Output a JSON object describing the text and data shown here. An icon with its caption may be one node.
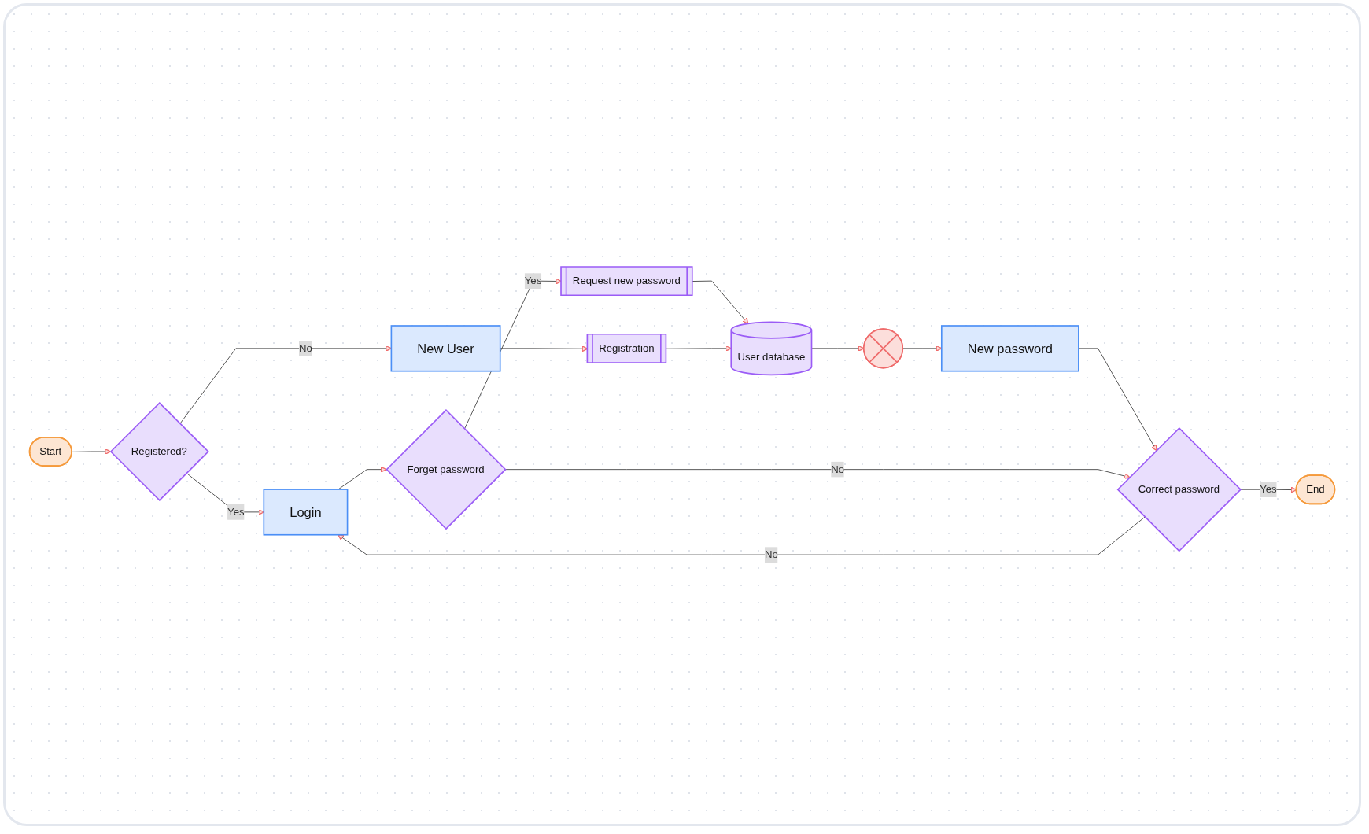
{
  "diagram": {
    "nodes": [
      {
        "text": [
          "Start"
        ]
      },
      {
        "text": [
          "Registered?"
        ]
      },
      {
        "text": [
          "New User"
        ]
      },
      {
        "text": [
          "Registration"
        ]
      },
      {
        "text": [
          "User database"
        ]
      },
      {
        "text": [
          "Login"
        ]
      },
      {
        "text": [
          "Forget password"
        ]
      },
      {
        "text": [
          "Request new password"
        ]
      },
      {
        "text": [],
        "shape": "circle"
      },
      {
        "text": [
          "Correct password"
        ]
      },
      {
        "text": [
          "New password"
        ]
      },
      {
        "text": [
          "End"
        ]
      }
    ],
    "edges": [
      {
        "from": 0,
        "to": 1,
        "arrow": "to"
      },
      {
        "from": 1,
        "to": 5,
        "arrow": "to",
        "label": "Yes"
      },
      {
        "from": 5,
        "to": 6,
        "arrow": "to"
      },
      {
        "from": 6,
        "to": 7,
        "arrow": "to",
        "label": "Yes"
      },
      {
        "from": 7,
        "to": 4,
        "arrow": "to"
      },
      {
        "from": 4,
        "to": 8,
        "arrow": "to"
      },
      {
        "from": 8,
        "to": 10,
        "arrow": "to"
      },
      {
        "from": 10,
        "to": 9,
        "arrow": "to"
      },
      {
        "from": 9,
        "to": 5,
        "arrow": "to",
        "label": "No"
      },
      {
        "from": 9,
        "to": 11,
        "arrow": "to",
        "label": "Yes"
      },
      {
        "from": 6,
        "to": 9,
        "arrow": "to",
        "label": "No"
      },
      {
        "from": 1,
        "to": 2,
        "arrow": "to",
        "label": "No"
      },
      {
        "from": 2,
        "to": 3,
        "arrow": "to"
      },
      {
        "from": 3,
        "to": 4,
        "arrow": "to"
      }
    ]
  }
}
